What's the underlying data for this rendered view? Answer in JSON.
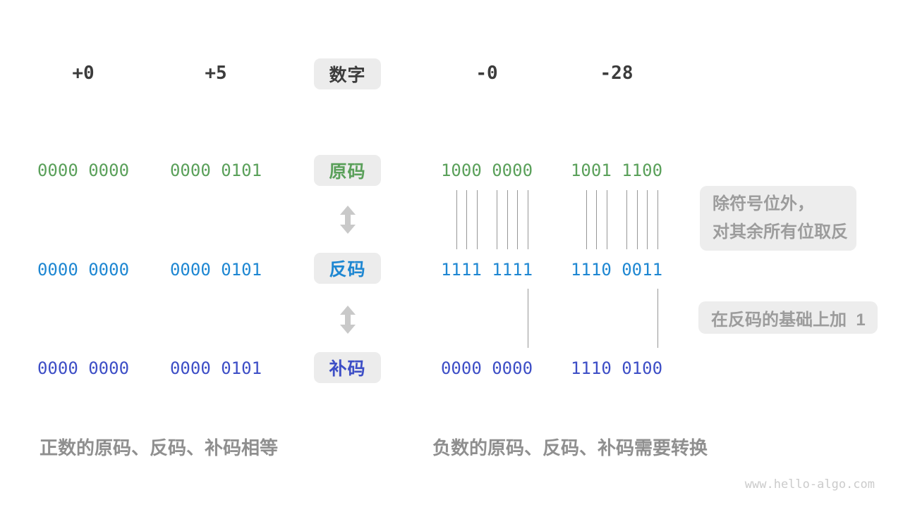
{
  "header": {
    "label": "数字",
    "columns": [
      "+0",
      "+5",
      "-0",
      "-28"
    ]
  },
  "rows": [
    {
      "key": "sign-magnitude",
      "label": "原码",
      "color": "#5AA05A",
      "values": [
        "0000 0000",
        "0000 0101",
        "1000 0000",
        "1001 1100"
      ]
    },
    {
      "key": "ones-complement",
      "label": "反码",
      "color": "#1E87D2",
      "values": [
        "0000 0000",
        "0000 0101",
        "1111 1111",
        "1110 0011"
      ]
    },
    {
      "key": "twos-complement",
      "label": "补码",
      "color": "#3D4EC6",
      "values": [
        "0000 0000",
        "0000 0101",
        "0000 0000",
        "1110 0100"
      ]
    }
  ],
  "annotations": {
    "invert_note": {
      "line1": "除符号位外，",
      "line2": "对其余所有位取反"
    },
    "add_one_note": "在反码的基础上加  1"
  },
  "captions": {
    "positive": "正数的原码、反码、补码相等",
    "negative": "负数的原码、反码、补码需要转换"
  },
  "icons": {
    "up_down_arrow": "double-arrow-vertical"
  },
  "colors": {
    "sign_magnitude_green": "#5AA05A",
    "ones_complement_blue": "#1E87D2",
    "twos_complement_indigo": "#3D4EC6",
    "box_background": "#ECECEC",
    "note_text_gray": "#9C9C9C",
    "caption_gray": "#8F8F8F",
    "connector_gray": "#979797",
    "arrow_gray": "#C9C9C9"
  },
  "watermark": "www.hello-algo.com"
}
